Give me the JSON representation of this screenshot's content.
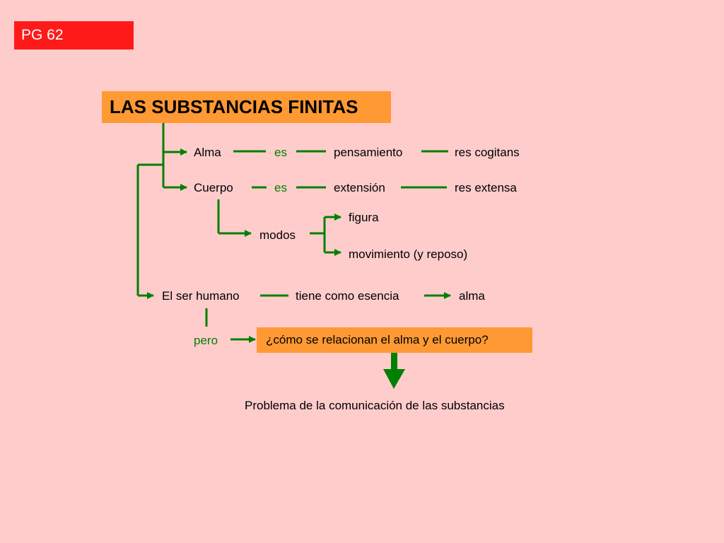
{
  "slide_tag": "PG 62",
  "title": "LAS SUBSTANCIAS FINITAS",
  "colors": {
    "background": "#ffcccc",
    "tag": "#ff1a1a",
    "box": "#ff9933",
    "connector": "#008000"
  },
  "row_alma": {
    "subject": "Alma",
    "verb": "es",
    "attribute": "pensamiento",
    "term": "res cogitans"
  },
  "row_cuerpo": {
    "subject": "Cuerpo",
    "verb": "es",
    "attribute": "extensión",
    "term": "res extensa"
  },
  "modos": {
    "label": "modos",
    "items": [
      "figura",
      "movimiento (y reposo)"
    ]
  },
  "row_humano": {
    "subject": "El ser humano",
    "verb": "tiene como esencia",
    "object": "alma"
  },
  "contrast": {
    "word": "pero",
    "question": "¿cómo se relacionan el alma y el cuerpo?"
  },
  "conclusion": "Problema de la comunicación de las substancias"
}
